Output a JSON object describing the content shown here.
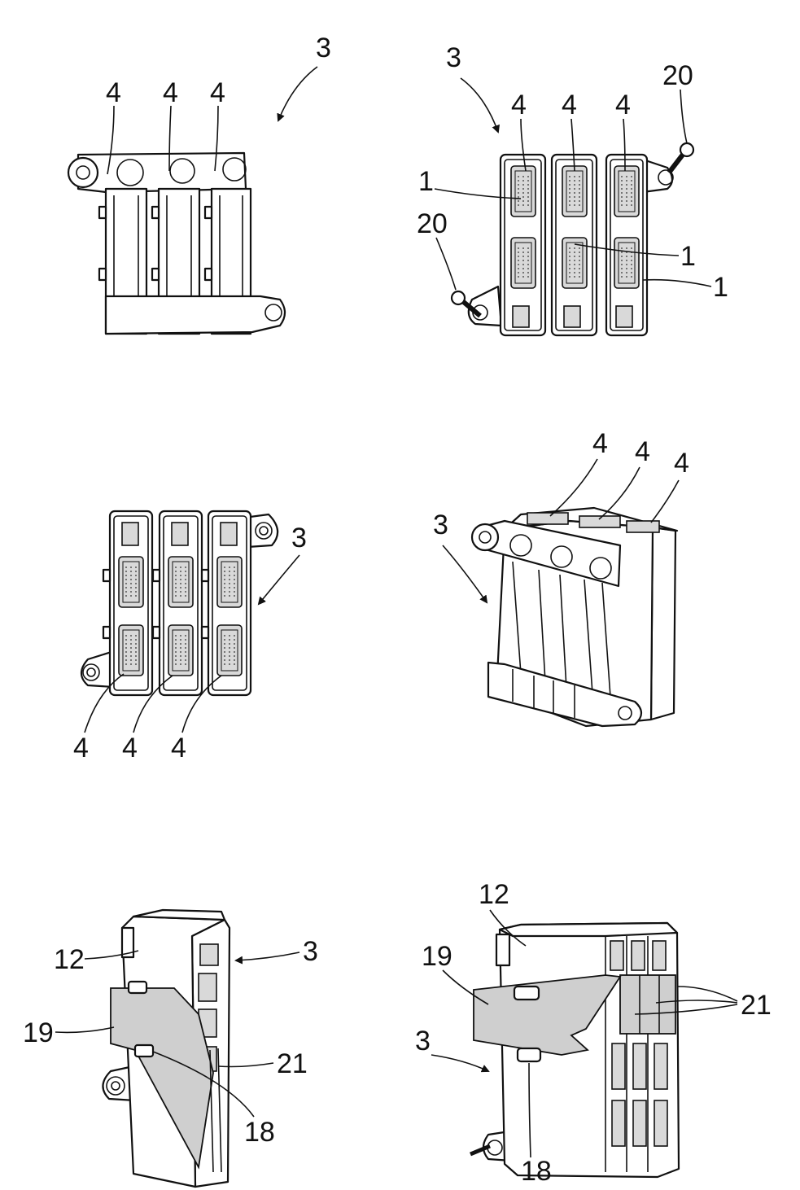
{
  "figure_views": [
    {
      "view": "top-left",
      "labels": {
        "assembly": "3",
        "modules": [
          "4",
          "4",
          "4"
        ]
      }
    },
    {
      "view": "top-right",
      "labels": {
        "assembly": "3",
        "modules": [
          "4",
          "4",
          "4"
        ],
        "screws": [
          "20",
          "20"
        ],
        "connectors": [
          "1",
          "1",
          "1"
        ]
      }
    },
    {
      "view": "middle-left",
      "labels": {
        "assembly": "3",
        "modules": [
          "4",
          "4",
          "4"
        ]
      }
    },
    {
      "view": "middle-right",
      "labels": {
        "assembly": "3",
        "modules": [
          "4",
          "4",
          "4"
        ]
      }
    },
    {
      "view": "bottom-left",
      "labels": {
        "assembly": "3",
        "housing": "12",
        "tape": "19",
        "clip": "18",
        "cables": "21"
      }
    },
    {
      "view": "bottom-right",
      "labels": {
        "assembly": "3",
        "housing": "12",
        "tape": "19",
        "clip": "18",
        "cables": "21"
      }
    }
  ]
}
